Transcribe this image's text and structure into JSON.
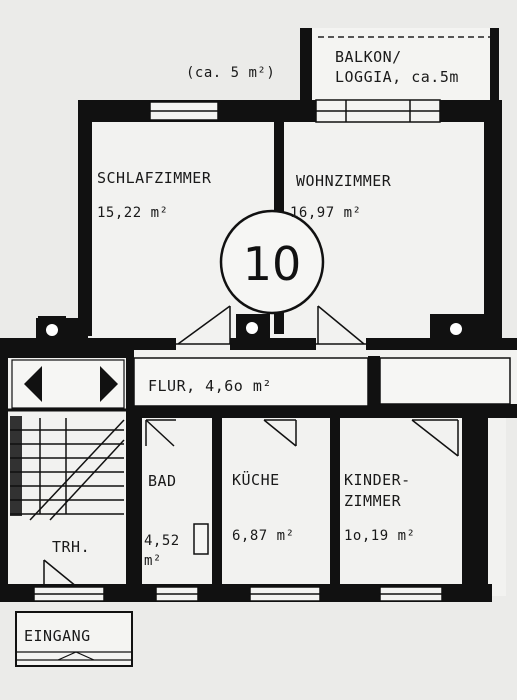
{
  "plan_number": "10",
  "balcony": {
    "line1": "BALKON/",
    "line2": "LOGGIA, ca.5m",
    "note": "(ca. 5 m²)"
  },
  "rooms": {
    "schlafzimmer": {
      "name": "SCHLAFZIMMER",
      "area": "15,22 m²"
    },
    "wohnzimmer": {
      "name": "WOHNZIMMER",
      "area": "16,97 m²"
    },
    "flur": {
      "label": "FLUR,  4,6o m²"
    },
    "bad": {
      "name": "BAD",
      "area_line1": "4,52",
      "area_line2": "m²"
    },
    "kueche": {
      "name": "KÜCHE",
      "area": "6,87 m²"
    },
    "kinderzimmer": {
      "name_line1": "KINDER-",
      "name_line2": "ZIMMER",
      "area": "1o,19 m²"
    },
    "treppenhaus": {
      "name": "TRH."
    },
    "eingang": {
      "name": "EINGANG"
    }
  }
}
